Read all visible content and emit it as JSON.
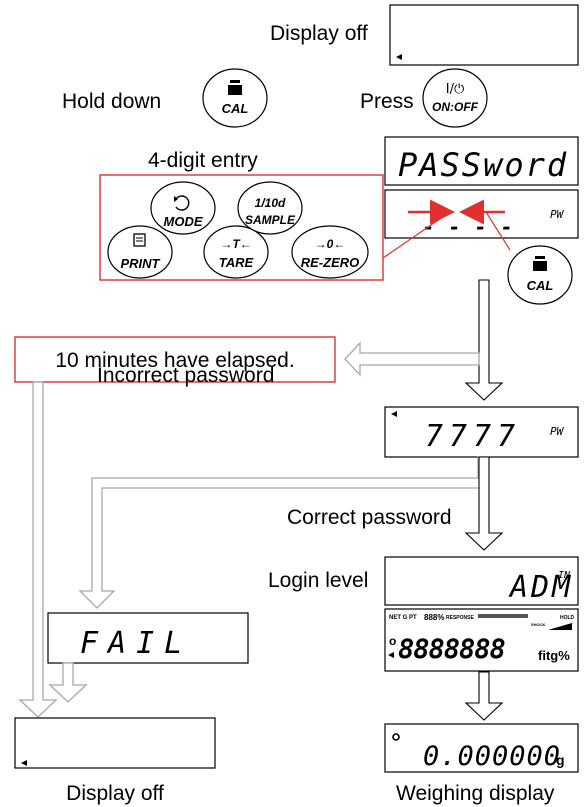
{
  "labels": {
    "display_off_top": "Display off",
    "hold_down": "Hold down",
    "press": "Press",
    "four_digit_entry": "4-digit entry",
    "elapsed": "10 minutes have elapsed.",
    "incorrect": "Incorrect password",
    "correct": "Correct password",
    "login_level": "Login level",
    "display_off_bottom": "Display off",
    "weighing_display": "Weighing display"
  },
  "keys": {
    "cal": "CAL",
    "on_off_symbol": "I/⏻",
    "on_off": "ON:OFF",
    "mode": "MODE",
    "sample_top": "1/10d",
    "sample": "SAMPLE",
    "print": "PRINT",
    "tare_arrow": "→T←",
    "tare": "TARE",
    "rezero_arrow": "→0←",
    "rezero": "RE-ZERO"
  },
  "displays": {
    "password": "PASSword",
    "pw_tag": "PW",
    "dashes": "- - - -",
    "code": "7777",
    "admin": "ADM",
    "admin_sup": "IN",
    "fail": "FAIL",
    "zero": "0.000000",
    "unit": "g",
    "full_top_left": "NET G PT",
    "full_pct": "888%",
    "full_response": "RESPONSE",
    "full_hold": "HOLD",
    "full_shock": "SHOCK",
    "full_digits": "8888888",
    "full_units": "fitg%"
  },
  "colors": {
    "highlight": "#e03030",
    "arrow_gray": "#a8a8a8",
    "outline": "#000000"
  }
}
